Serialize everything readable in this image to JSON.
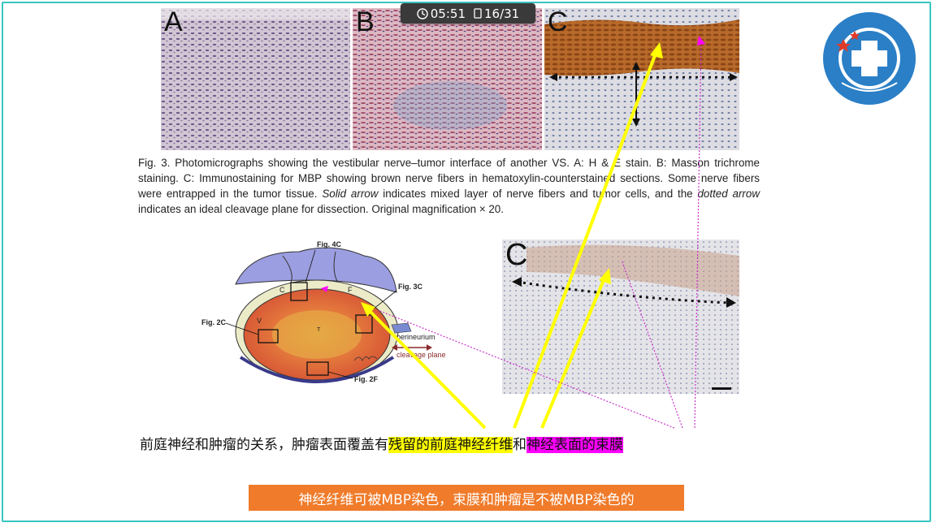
{
  "status": {
    "time": "05:51",
    "page": "16/31"
  },
  "figure3": {
    "panels": [
      "A",
      "B",
      "C"
    ],
    "caption_parts": {
      "p1": "Fig. 3. Photomicrographs showing the vestibular nerve–tumor interface of another VS.   A: H & E stain.   B: Masson trichrome staining.   C: Immunostaining for MBP showing brown nerve fibers in hematoxylin-counterstained sections. Some nerve fibers were entrapped in the tumor tissue. ",
      "i1": "Solid arrow",
      "p2": " indicates mixed layer of nerve fibers and tumor cells, and the ",
      "i2": "dotted arrow",
      "p3": " indicates an ideal cleavage plane for dissection. Original magnification × 20."
    }
  },
  "diagram": {
    "labels": {
      "fig4c": "Fig. 4C",
      "fig3c": "Fig. 3C",
      "fig2c": "Fig. 2C",
      "fig2f": "Fig. 2F",
      "c": "C",
      "f": "F",
      "v": "V",
      "t": "T",
      "perineurium": "perineurium",
      "cleavage": "cleavage plane"
    }
  },
  "panel_c2": {
    "letter": "C"
  },
  "main_text": {
    "plain": "前庭神经和肿瘤的关系，肿瘤表面覆盖有",
    "yellow": "残留的前庭神经纤维",
    "and": "和",
    "magenta": "神经表面的束膜"
  },
  "note": "神经纤维可被MBP染色，束膜和肿瘤是不被MBP染色的",
  "colors": {
    "frame": "#39c5c0",
    "highlight_yellow": "#ffff00",
    "highlight_magenta": "#ff00ff",
    "note_bg": "#f07b2a",
    "arrow_yellow": "#ffff00",
    "arrow_magenta": "#cc33cc"
  }
}
